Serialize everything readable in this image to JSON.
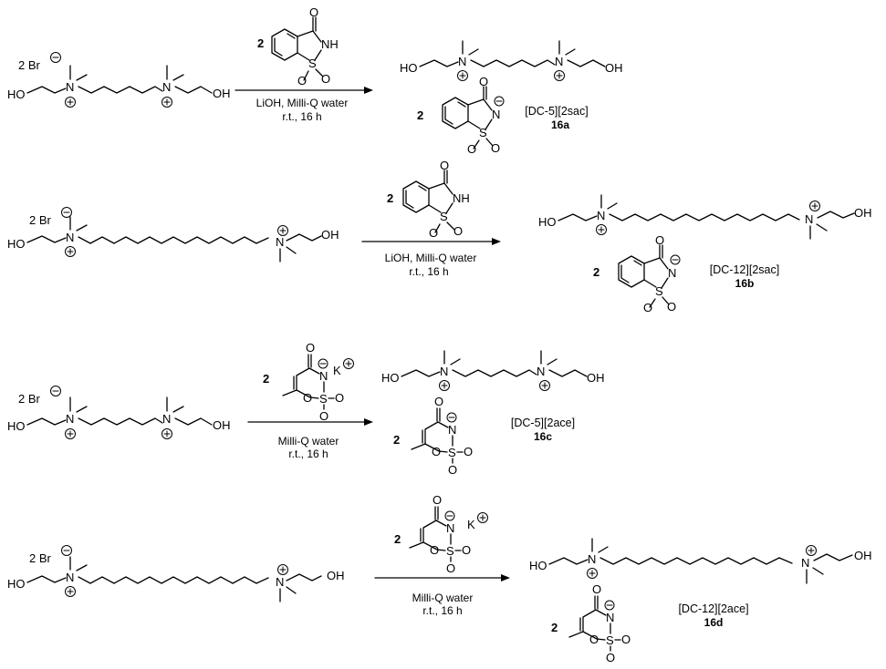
{
  "labels": {
    "br": "Br",
    "two": "2",
    "two_br": "2 Br",
    "n": "N",
    "nh": "NH",
    "s": "S",
    "o": "O",
    "k": "K",
    "ho": "HO",
    "oh": "OH",
    "plus": "+",
    "minus": "−"
  },
  "reactions": [
    {
      "reagent": "saccharin",
      "conditions_line1": "LiOH, Milli-Q water",
      "conditions_line2": "r.t., 16 h",
      "product_name": "[DC-5][2sac]",
      "product_number": "16a",
      "linker": 5
    },
    {
      "reagent": "saccharin",
      "conditions_line1": "LiOH, Milli-Q water",
      "conditions_line2": "r.t., 16 h",
      "product_name": "[DC-12][2sac]",
      "product_number": "16b",
      "linker": 12
    },
    {
      "reagent": "acesulfame K",
      "conditions_line1": "Milli-Q water",
      "conditions_line2": "r.t., 16 h",
      "product_name": "[DC-5][2ace]",
      "product_number": "16c",
      "linker": 5
    },
    {
      "reagent": "acesulfame K",
      "conditions_line1": "Milli-Q water",
      "conditions_line2": "r.t., 16 h",
      "product_name": "[DC-12][2ace]",
      "product_number": "16d",
      "linker": 12
    }
  ]
}
